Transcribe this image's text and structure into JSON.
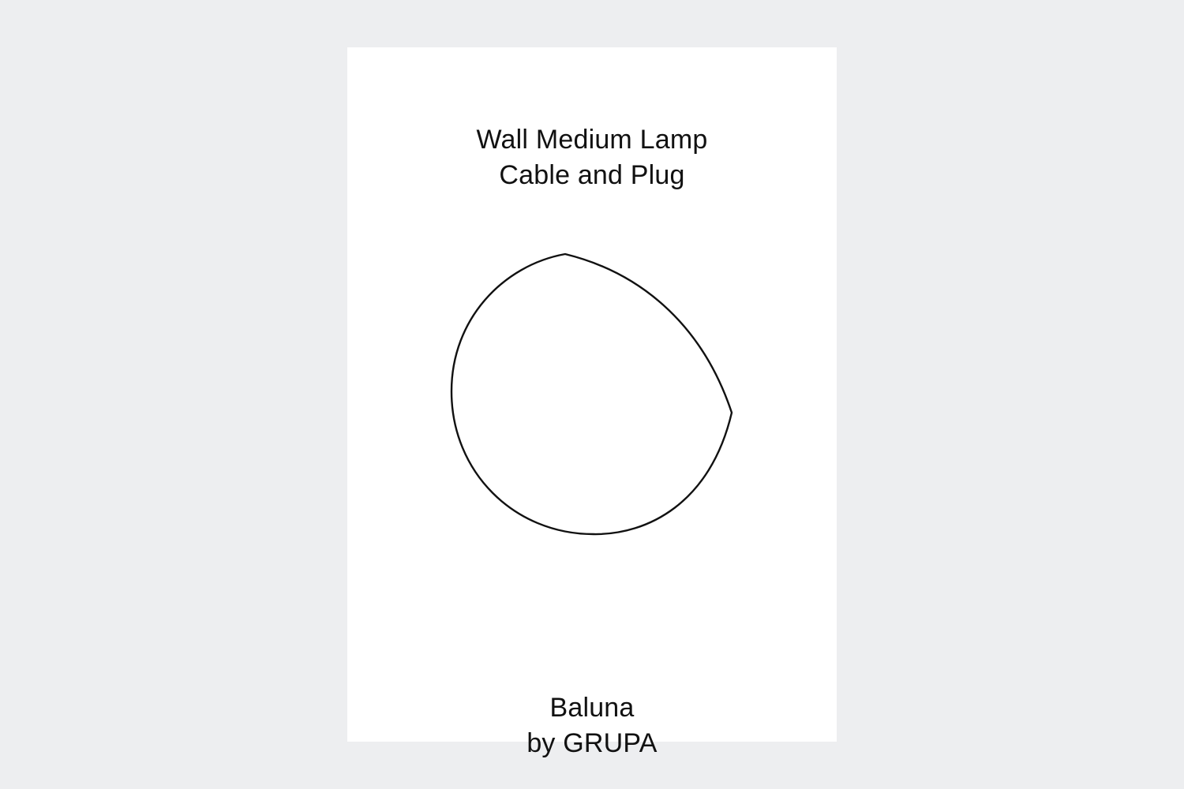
{
  "sheet": {
    "title_line1": "Wall Medium Lamp",
    "title_line2": "Cable and Plug",
    "footer_line1": "Baluna",
    "footer_line2": "by GRUPA"
  },
  "colors": {
    "background": "#edeef0",
    "sheet": "#ffffff",
    "ink": "#111111"
  },
  "illustration": {
    "icon": "lamp-outline-icon"
  }
}
